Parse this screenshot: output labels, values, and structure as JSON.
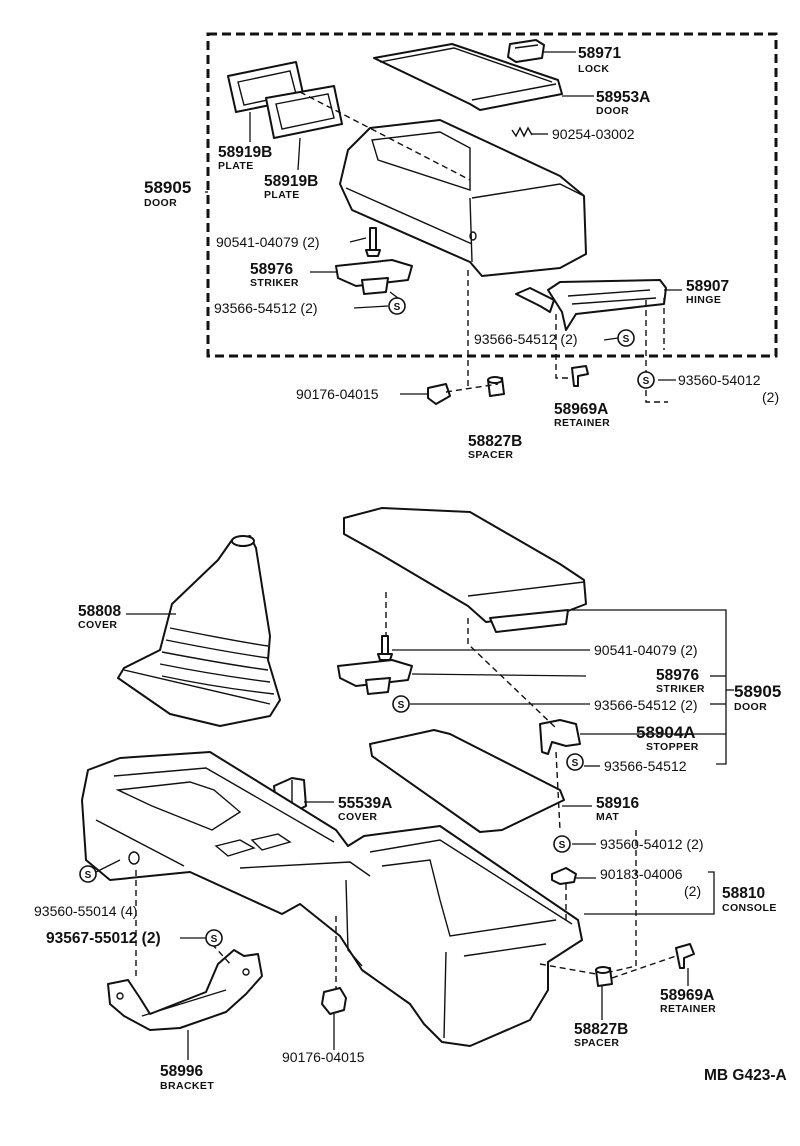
{
  "drawing_code": "MB G423-A",
  "upper": {
    "lock": {
      "num": "58971",
      "name": "LOCK"
    },
    "door_lid": {
      "num": "58953A",
      "name": "DOOR"
    },
    "screw": {
      "num": "90254-03002"
    },
    "plate_a": {
      "num": "58919B",
      "name": "PLATE"
    },
    "plate_b": {
      "num": "58919B",
      "name": "PLATE"
    },
    "door_assy": {
      "num": "58905",
      "name": "DOOR"
    },
    "pin": {
      "num": "90541-04079 (2)"
    },
    "striker": {
      "num": "58976",
      "name": "STRIKER"
    },
    "screw_striker": {
      "num": "93566-54512 (2)"
    },
    "hinge": {
      "num": "58907",
      "name": "HINGE"
    },
    "screw_hinge": {
      "num": "93566-54512 (2)"
    },
    "clip": {
      "num": "90176-04015"
    },
    "retainer": {
      "num": "58969A",
      "name": "RETAINER"
    },
    "screw_retainer": {
      "num": "93560-54012",
      "qty": "(2)"
    },
    "spacer": {
      "num": "58827B",
      "name": "SPACER"
    }
  },
  "lower": {
    "cover_boot": {
      "num": "58808",
      "name": "COVER"
    },
    "pin": {
      "num": "90541-04079 (2)"
    },
    "striker": {
      "num": "58976",
      "name": "STRIKER"
    },
    "door_assy": {
      "num": "58905",
      "name": "DOOR"
    },
    "screw_striker": {
      "num": "93566-54512 (2)"
    },
    "stopper": {
      "num": "58904A",
      "name": "STOPPER"
    },
    "screw_stopper": {
      "num": "93566-54512"
    },
    "cover_small": {
      "num": "55539A",
      "name": "COVER"
    },
    "mat": {
      "num": "58916",
      "name": "MAT"
    },
    "screw_console": {
      "num": "93560-54012 (2)"
    },
    "nut": {
      "num": "90183-04006",
      "qty": "(2)"
    },
    "console": {
      "num": "58810",
      "name": "CONSOLE"
    },
    "screw_left": {
      "num": "93560-55014 (4)"
    },
    "screw_bracket": {
      "num": "93567-55012 (2)"
    },
    "bracket": {
      "num": "58996",
      "name": "BRACKET"
    },
    "clip": {
      "num": "90176-04015"
    },
    "spacer": {
      "num": "58827B",
      "name": "SPACER"
    },
    "retainer": {
      "num": "58969A",
      "name": "RETAINER"
    }
  },
  "badge_letter": "S"
}
